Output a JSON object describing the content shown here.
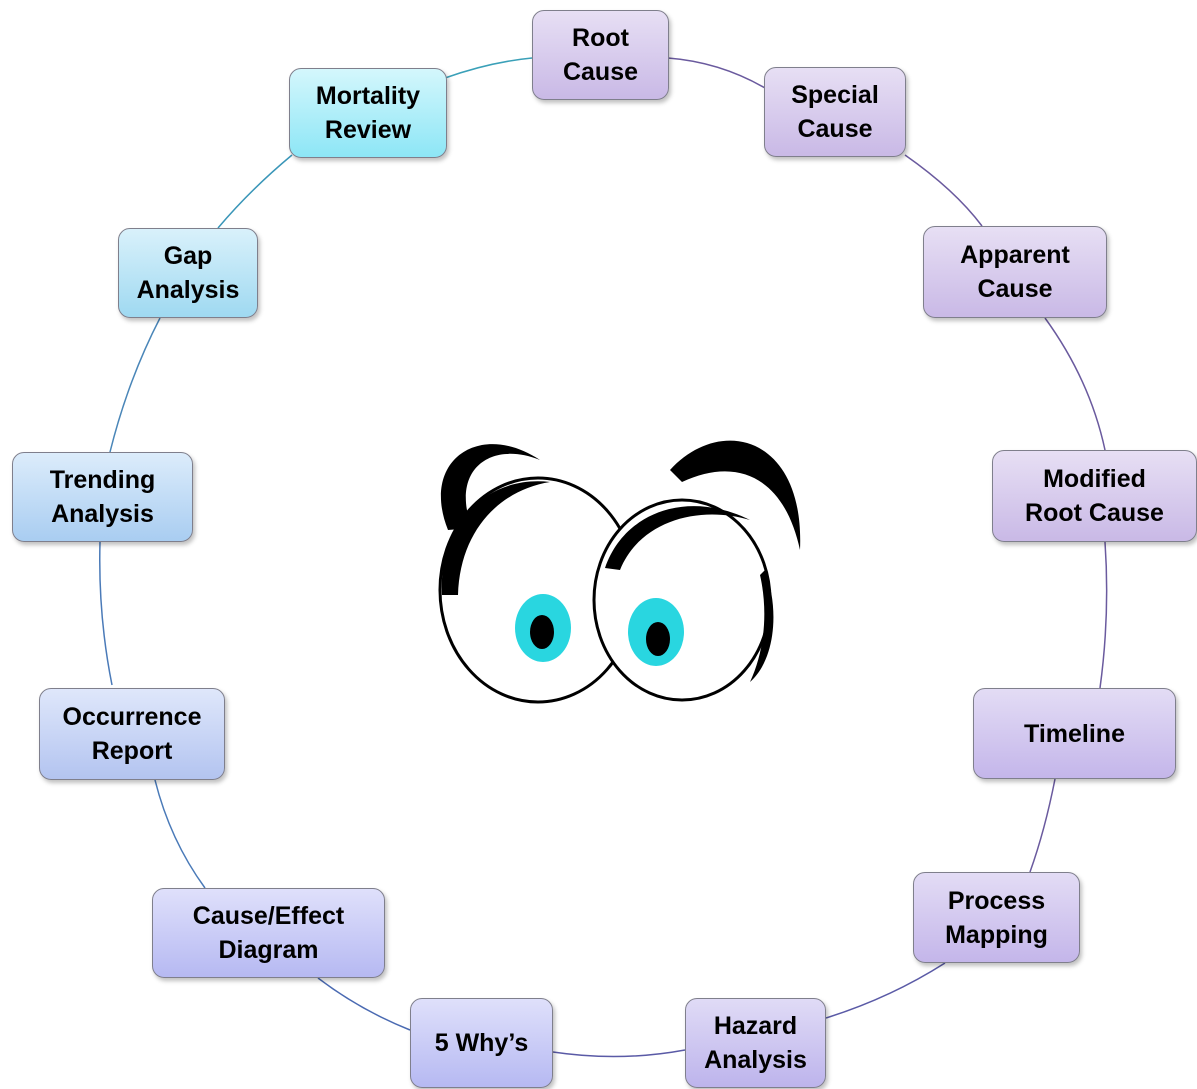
{
  "nodes": {
    "root_cause": [
      "Root",
      "Cause"
    ],
    "special_cause": [
      "Special",
      "Cause"
    ],
    "apparent_cause": [
      "Apparent",
      "Cause"
    ],
    "modified_root_cause": [
      "Modified",
      "Root Cause"
    ],
    "timeline": [
      "Timeline"
    ],
    "process_mapping": [
      "Process",
      "Mapping"
    ],
    "hazard_analysis": [
      "Hazard",
      "Analysis"
    ],
    "five_whys": [
      "5 Why’s"
    ],
    "cause_effect_diagram": [
      "Cause/Effect",
      "Diagram"
    ],
    "occurrence_report": [
      "Occurrence",
      "Report"
    ],
    "trending_analysis": [
      "Trending",
      "Analysis"
    ],
    "gap_analysis": [
      "Gap",
      "Analysis"
    ],
    "mortality_review": [
      "Mortality",
      "Review"
    ]
  },
  "colors": {
    "ring_purple": "#6a5a9e",
    "ring_blue": "#4a7ab8",
    "ring_teal": "#3aa0b8",
    "iris": "#29d6e0",
    "outline": "#000000"
  },
  "icons": {
    "center": "googly-eyes-icon"
  }
}
